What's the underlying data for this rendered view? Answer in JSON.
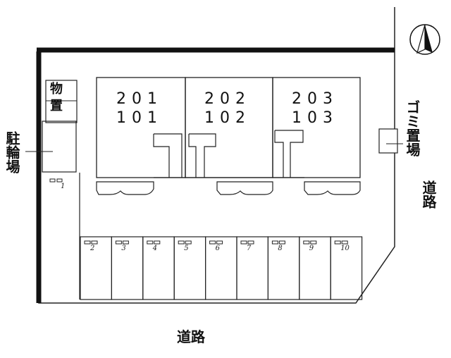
{
  "units": [
    {
      "upper": "201",
      "lower": "101"
    },
    {
      "upper": "202",
      "lower": "102"
    },
    {
      "upper": "203",
      "lower": "103"
    }
  ],
  "labels": {
    "storage": "物置",
    "bicycle_parking": "駐輪場",
    "garbage": "ゴミ置場",
    "road_right": "道路",
    "road_bottom": "道路"
  },
  "parking": {
    "slots": [
      "1",
      "2",
      "3",
      "4",
      "5",
      "6",
      "7",
      "8",
      "9",
      "10"
    ]
  },
  "compass": {
    "icon": "north-arrow-icon"
  }
}
